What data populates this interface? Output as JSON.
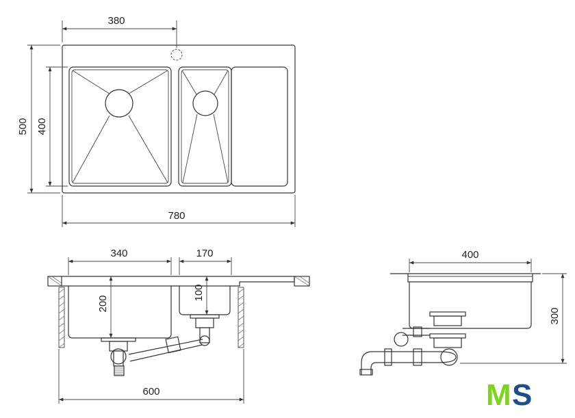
{
  "top_view": {
    "dim_tap_offset": "380",
    "dim_total_height": "500",
    "dim_bowl_height": "400",
    "dim_total_width": "780"
  },
  "front_view": {
    "dim_main_bowl_width": "340",
    "dim_small_bowl_width": "170",
    "dim_main_bowl_depth": "200",
    "dim_small_bowl_depth": "100",
    "dim_cabinet_width": "600"
  },
  "side_view": {
    "dim_bowl_width": "400",
    "dim_height": "300"
  },
  "logo": {
    "left": "M",
    "right": "S",
    "colors": {
      "left": "#7ed321",
      "right": "#1f4e8c"
    }
  }
}
